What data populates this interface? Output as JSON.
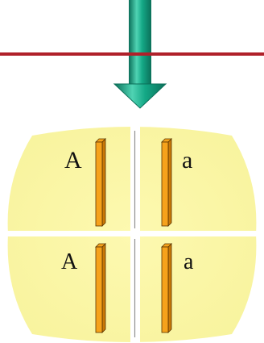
{
  "diagram": {
    "labels": {
      "top_left": "A",
      "top_right": "a",
      "bottom_left": "A",
      "bottom_right": "a"
    },
    "colors": {
      "background": "#ffffff",
      "cell": "#fbf7a6",
      "cell_edge": "#f1ec8a",
      "division_gap": "#ffffff",
      "division_line": "#8f8f8f",
      "arrow_fill": "#14a886",
      "arrow_dark": "#0b6f59",
      "arrow_light": "#4fd3b3",
      "line": "#b0202a",
      "chromatid_front": "#f6a21b",
      "chromatid_side": "#c97807",
      "chromatid_outline": "#5a3400"
    }
  }
}
